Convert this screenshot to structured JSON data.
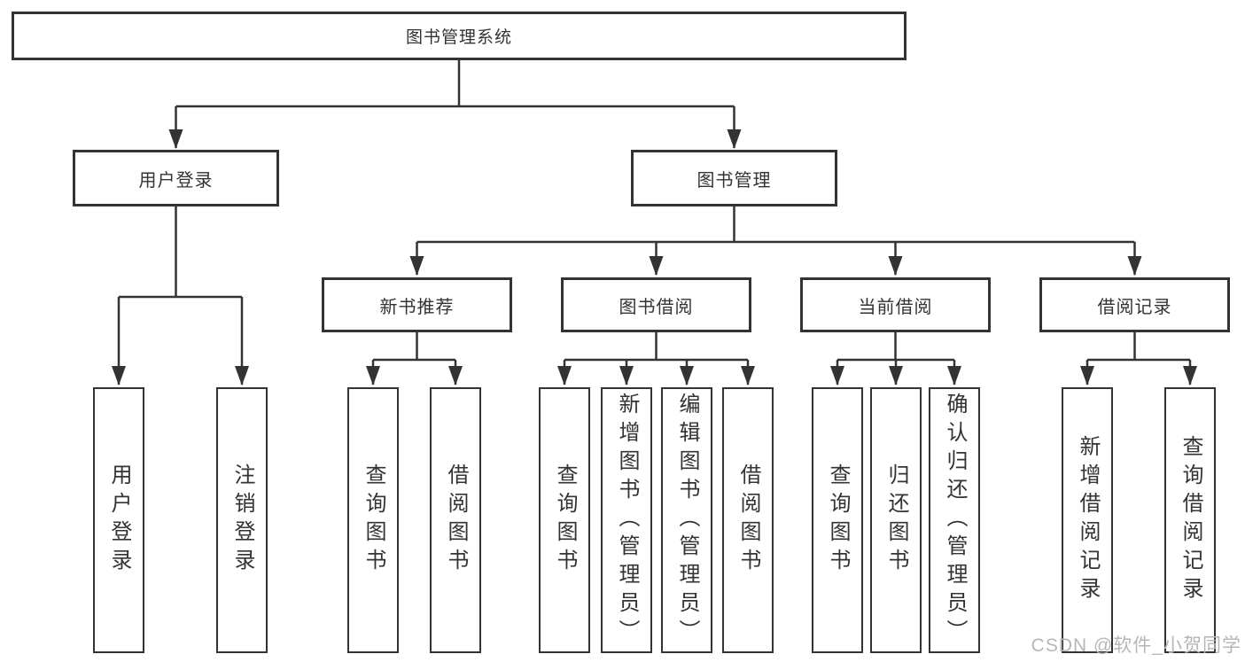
{
  "root": {
    "label": "图书管理系统"
  },
  "level2": {
    "user_login": "用户登录",
    "book_mgmt": "图书管理"
  },
  "level3": {
    "new_book_rec": "新书推荐",
    "book_borrow": "图书借阅",
    "current_borrow": "当前借阅",
    "borrow_records": "借阅记录"
  },
  "leaves": {
    "user_login": [
      "用户登录",
      "注销登录"
    ],
    "new_book_rec": [
      "查询图书",
      "借阅图书"
    ],
    "book_borrow": [
      "查询图书",
      "新增图书（管理员）",
      "编辑图书（管理员）",
      "借阅图书"
    ],
    "current_borrow": [
      "查询图书",
      "归还图书",
      "确认归还（管理员）"
    ],
    "borrow_records": [
      "新增借阅记录",
      "查询借阅记录"
    ]
  },
  "watermark": "CSDN @软件_小贺同学",
  "colors": {
    "line": "#333333",
    "text": "#333333",
    "background": "#ffffff",
    "watermark": "#b6b6b6"
  }
}
